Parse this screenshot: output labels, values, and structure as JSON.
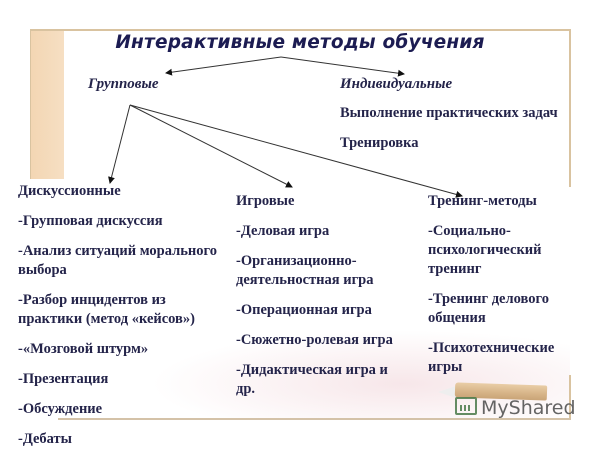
{
  "title": "Интерактивные методы обучения",
  "groups": {
    "group_label": "Групповые",
    "individual_label": "Индивидуальные"
  },
  "individual": {
    "items": [
      "Выполнение практических задач",
      "Тренировка"
    ]
  },
  "columns": [
    {
      "heading": "Дискуссионные",
      "items": [
        "-Групповая дискуссия",
        "-Анализ ситуаций морального выбора",
        "-Разбор инцидентов из практики (метод «кейсов»)",
        "-«Мозговой штурм»",
        "-Презентация",
        "-Обсуждение",
        "-Дебаты"
      ]
    },
    {
      "heading": "Игровые",
      "items": [
        "-Деловая игра",
        "-Организационно-деятельностная игра",
        "-Операционная игра",
        "-Сюжетно-ролевая игра",
        "-Дидактическая игра и др."
      ]
    },
    {
      "heading": "Тренинг-методы",
      "items": [
        "-Социально-психологический тренинг",
        "-Тренинг делового общения",
        "-Психотехнические игры"
      ]
    }
  ],
  "watermark": "MyShared",
  "colors": {
    "text": "#24244a",
    "title": "#1c1c52",
    "frame": "#d9c3a0",
    "band": "#f3d6b3"
  }
}
